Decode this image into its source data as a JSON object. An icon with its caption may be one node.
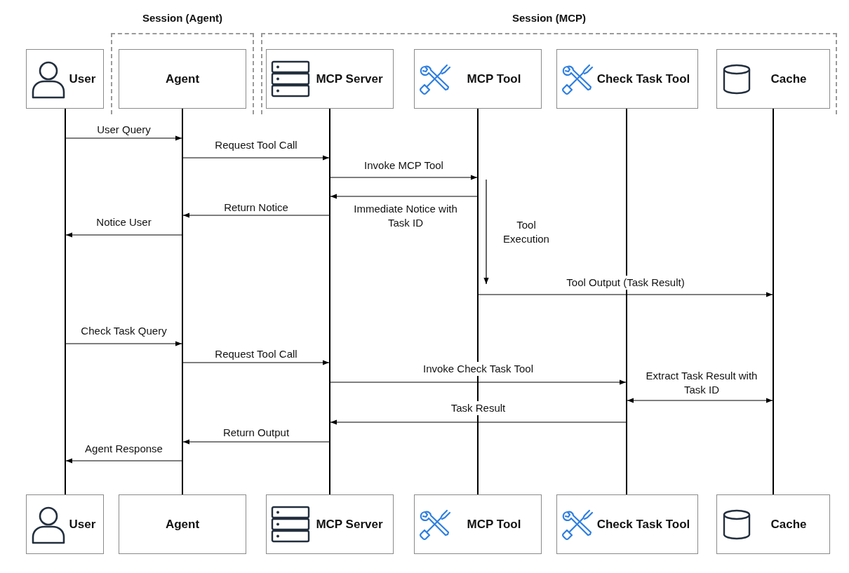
{
  "diagram": {
    "nodes": [
      {
        "text": [
          "Session (Agent)"
        ]
      },
      {
        "text": [
          "Session (MCP)"
        ]
      },
      {
        "text": [
          "User"
        ]
      },
      {
        "text": [
          "Agent"
        ],
        "in": 0
      },
      {
        "text": [
          "MCP Server"
        ],
        "in": 1
      },
      {
        "text": [
          "MCP Tool"
        ],
        "in": 1
      },
      {
        "text": [
          "Check Task Tool"
        ],
        "in": 1
      },
      {
        "text": [
          "Cache"
        ],
        "in": 1
      },
      {
        "text": [
          "User"
        ]
      },
      {
        "text": [
          "Agent"
        ]
      },
      {
        "text": [
          "MCP Server"
        ]
      },
      {
        "text": [
          "MCP Tool"
        ]
      },
      {
        "text": [
          "Check Task Tool"
        ]
      },
      {
        "text": [
          "Cache"
        ]
      },
      {
        "text": [],
        "shape": "bar"
      },
      {
        "text": [],
        "shape": "bar"
      },
      {
        "text": [],
        "shape": "bar"
      },
      {
        "text": [],
        "shape": "bar"
      },
      {
        "text": [],
        "shape": "bar"
      },
      {
        "text": [],
        "shape": "bar"
      }
    ],
    "edges": [
      {
        "from": 14,
        "to": 15,
        "arrow": "to",
        "label": "User  Query"
      },
      {
        "from": 15,
        "to": 16,
        "arrow": "to",
        "label": "Request Tool Call"
      },
      {
        "from": 16,
        "to": 17,
        "arrow": "to",
        "label": "Invoke MCP Tool"
      },
      {
        "from": 17,
        "to": 16,
        "arrow": "to",
        "label": "Immediate Notice with Task ID"
      },
      {
        "from": 16,
        "to": 15,
        "arrow": "to",
        "label": "Return Notice"
      },
      {
        "from": 15,
        "to": 14,
        "arrow": "to",
        "label": "Notice User"
      },
      {
        "from": 17,
        "to": 19,
        "arrow": "to",
        "label": "Tool Output (Task Result)"
      },
      {
        "from": 14,
        "to": 15,
        "arrow": "to",
        "label": "Check Task Query"
      },
      {
        "from": 15,
        "to": 16,
        "arrow": "to",
        "label": "Request Tool Call"
      },
      {
        "from": 16,
        "to": 18,
        "arrow": "to",
        "label": "Invoke Check Task Tool"
      },
      {
        "from": 18,
        "to": 19,
        "arrow": "both",
        "label": "Extract Task Result with Task ID"
      },
      {
        "from": 18,
        "to": 16,
        "arrow": "to",
        "label": "Task Result"
      },
      {
        "from": 16,
        "to": 15,
        "arrow": "to",
        "label": "Return Output"
      },
      {
        "from": 15,
        "to": 14,
        "arrow": "to",
        "label": "Agent Response"
      }
    ],
    "labels": [
      "Tool Execution"
    ]
  }
}
